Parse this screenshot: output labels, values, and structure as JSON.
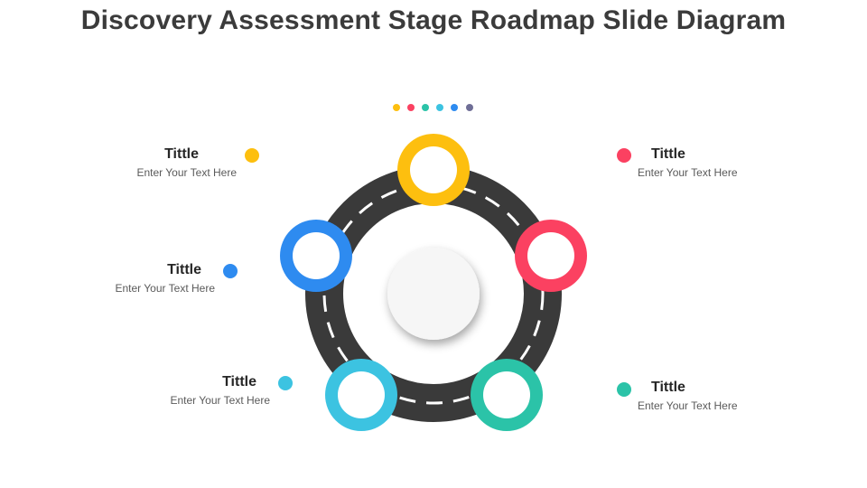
{
  "slide": {
    "title": "Discovery Assessment Stage Roadmap Slide Diagram"
  },
  "palette": {
    "yellow": "#FDBF0F",
    "red": "#FB4161",
    "teal": "#2BC3A8",
    "cyan": "#3CC3E1",
    "blue": "#2E8BF0",
    "purple": "#6F6E96",
    "road": "#3A3A3A",
    "dash": "#FFFFFF"
  },
  "legend_dots": [
    "yellow",
    "red",
    "teal",
    "cyan",
    "blue",
    "purple"
  ],
  "stages": [
    {
      "color": "yellow",
      "title": "Tittle",
      "text": "Enter Your Text Here"
    },
    {
      "color": "red",
      "title": "Tittle",
      "text": "Enter Your Text Here"
    },
    {
      "color": "teal",
      "title": "Tittle",
      "text": "Enter Your Text Here"
    },
    {
      "color": "cyan",
      "title": "Tittle",
      "text": "Enter Your Text Here"
    },
    {
      "color": "blue",
      "title": "Tittle",
      "text": "Enter Your Text Here"
    }
  ]
}
